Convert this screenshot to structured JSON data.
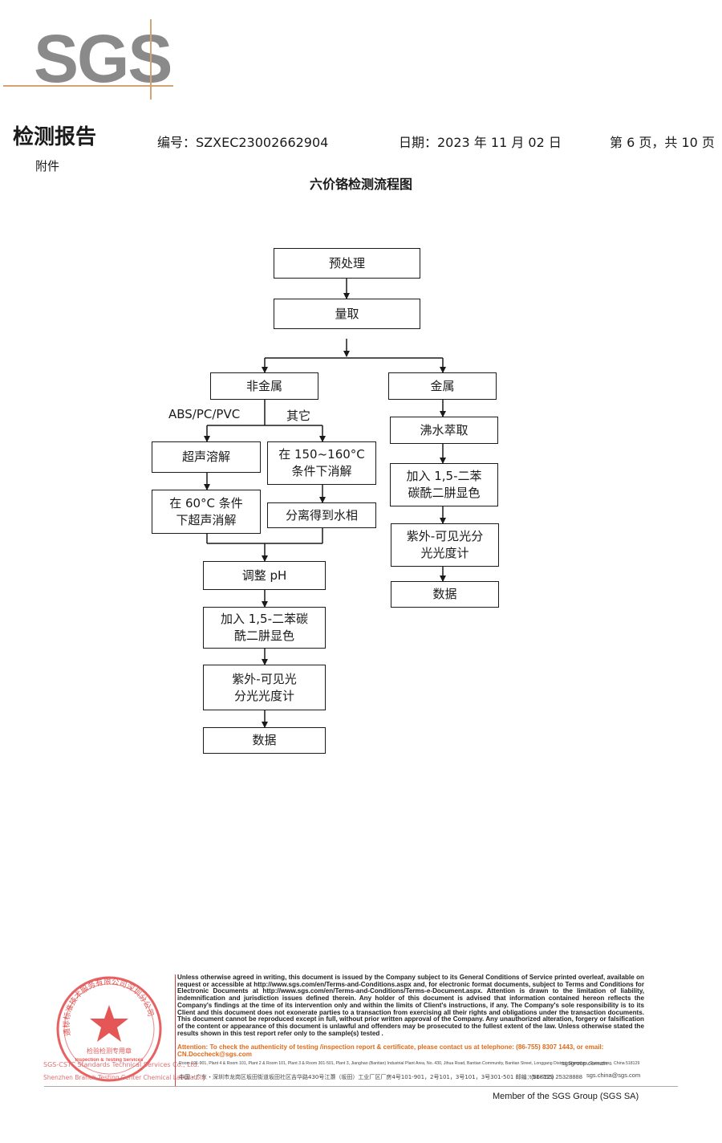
{
  "logo": {
    "text": "SGS"
  },
  "header": {
    "title": "检测报告",
    "report_no": "编号：SZXEC23002662904",
    "date": "日期：2023 年 11 月 02 日",
    "page": "第 6 页，共 10 页",
    "appendix": "附件"
  },
  "flowchart": {
    "title": "六价铬检测流程图",
    "pretreatment": "预处理",
    "measure": "量取",
    "nonmetal": "非金属",
    "metal": "金属",
    "label_abs": "ABS/PC/PVC",
    "label_other": "其它",
    "ultrasonic_dissolve": "超声溶解",
    "digest_150": "在 150~160°C\n条件下消解",
    "digest_60": "在 60°C 条件\n下超声消解",
    "separate_water": "分离得到水相",
    "adjust_ph": "调整 pH",
    "add_reagent_left": "加入 1,5-二苯碳\n酰二肼显色",
    "uv_left": "紫外-可见光\n分光光度计",
    "data_left": "数据",
    "boil_extract": "沸水萃取",
    "add_reagent_right": "加入 1,5-二苯\n碳酰二肼显色",
    "uv_right": "紫外-可见光分\n光光度计",
    "data_right": "数据"
  },
  "footer": {
    "disclaimer": "Unless otherwise agreed in writing, this document is issued by the Company subject to its General Conditions of Service printed overleaf, available on request or accessible at http://www.sgs.com/en/Terms-and-Conditions.aspx and, for electronic format documents, subject to Terms and Conditions for Electronic Documents at http://www.sgs.com/en/Terms-and-Conditions/Terms-e-Document.aspx. Attention is drawn to the limitation of liability, indemnification and jurisdiction issues defined therein. Any holder of this document is advised that information contained hereon reflects the Company's findings at the time of its intervention only and within the limits of Client's instructions, if any. The Company's sole responsibility is to its Client and this document does not exonerate parties to a transaction from exercising all their rights and obligations under the transaction documents. This document cannot be reproduced except in full, without prior written approval of the Company. Any unauthorized alteration, forgery or falsification of the content or appearance of this document is unlawful and offenders may be prosecuted to the fullest extent of the law. Unless otherwise stated the results shown in this test report refer only to the sample(s) tested .",
    "attention": "Attention: To check the authenticity of testing /inspection report & certificate, please contact us at telephone: (86-755) 8307 1443, or email: CN.Doccheck@sgs.com",
    "address_en": "Room 101-901, Plant 4 & Room 101, Plant 2 & Room 101, Plant 3 & Room 301-501, Plant 3, Jianghao (Bantian) Industrial Plant Area, No. 430, Jihua Road, Bantian Community, Bantian Street, Longgang District, Shenzhen, Guangdong, China 518129",
    "tel_en": "sgsgroup.com.cn",
    "address_cn": "中国・广东・深圳市龙岗区坂田街道坂田社区吉华路430号江灏（坂田）工业厂区厂房4号101-901，2号101，3号101，3号301-501 邮编：518129",
    "tel_cn": "t(86-755) 25328888",
    "web_cn": "sgs.china@sgs.com",
    "stamp_line1": "SGS-CSTC Standards Technical Services Co., Ltd.",
    "stamp_line2": "Shenzhen Branch Testing Center Chemical Laboratory",
    "member": "Member of the SGS Group (SGS SA)"
  },
  "stamp": {
    "top": "通标标准技术服务有限公司深圳分公司",
    "middle": "检验检测专用章",
    "bottom": "Inspection & Testing Services",
    "color": "#e03a3a"
  },
  "colors": {
    "logo_gray": "#8a8a8a",
    "logo_accent": "#d4a373",
    "attention": "#e06a1a"
  }
}
